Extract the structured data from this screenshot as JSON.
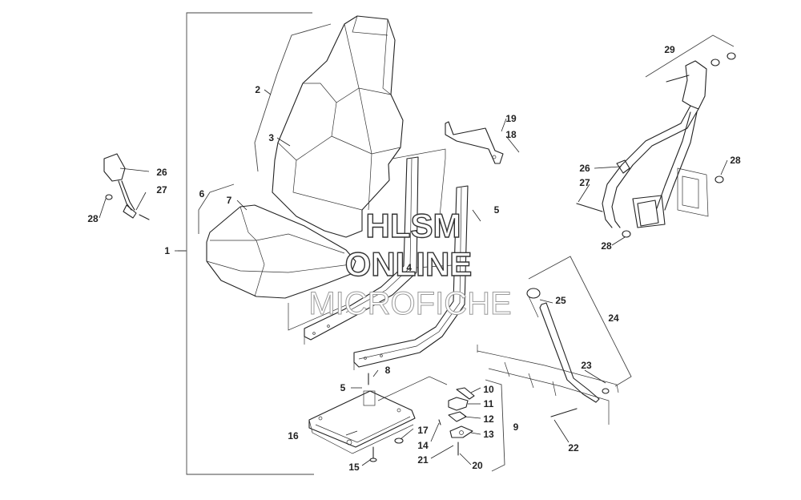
{
  "watermark": {
    "line1": "HLSM",
    "line2": "ONLINE",
    "line3": "MICROFICHE"
  },
  "callouts": {
    "c1": "1",
    "c2": "2",
    "c3": "3",
    "c4": "4",
    "c5a": "5",
    "c5b": "5",
    "c6": "6",
    "c7": "7",
    "c8": "8",
    "c9": "9",
    "c10": "10",
    "c11": "11",
    "c12": "12",
    "c13": "13",
    "c14": "14",
    "c15": "15",
    "c16": "16",
    "c17": "17",
    "c18": "18",
    "c19": "19",
    "c20": "20",
    "c21": "21",
    "c22": "22",
    "c23": "23",
    "c24": "24",
    "c25": "25",
    "c26a": "26",
    "c26b": "26",
    "c27a": "27",
    "c27b": "27",
    "c28a": "28",
    "c28b": "28",
    "c28c": "28",
    "c29": "29"
  }
}
